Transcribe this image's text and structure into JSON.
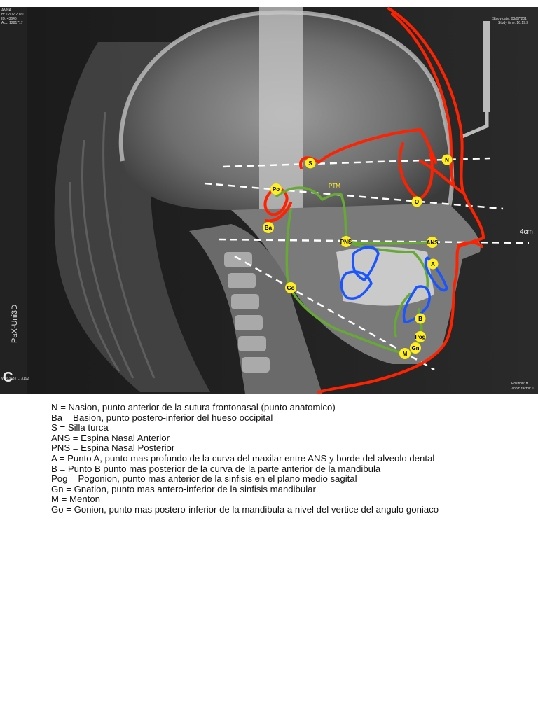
{
  "xray": {
    "side_label": "PaX-Uni3D",
    "corner_logo": "C",
    "header_left": [
      "ANNA",
      "H: 12/02/2020",
      "ID: 43646",
      "Acc: 1281717"
    ],
    "header_right": [
      "Study date: 03/07/201",
      "Study time: 16:19:3"
    ],
    "footer_left": [
      "W: 6363 / L: 3192"
    ],
    "footer_right": [
      "Position: H",
      "Zoom factor: 1"
    ],
    "scale_label": "4cm",
    "colors": {
      "soft_tissue_profile": "#ff2200",
      "skeletal_trace": "#66aa33",
      "teeth_trace": "#1a55ff",
      "reference_lines": "#ffffff",
      "landmark_fill": "#ffee22"
    }
  },
  "landmarks": {
    "S": "S",
    "N": "N",
    "Po": "Po",
    "Ba": "Ba",
    "O": "O",
    "PTM": "PTM",
    "PNS": "PNS",
    "ANS": "ANS",
    "A": "A",
    "Go": "Go",
    "B": "B",
    "Pog": "Pog",
    "Gn": "Gn",
    "M": "M"
  },
  "legend": [
    "N = Nasion, punto anterior de la sutura frontonasal (punto anatomico)",
    "Ba = Basion, punto postero-inferior del hueso occipital",
    "S = Silla turca",
    "ANS = Espina Nasal Anterior",
    "PNS = Espina Nasal Posterior",
    "A = Punto A, punto mas profundo de la curva del maxilar entre ANS y borde del alveolo dental",
    "B = Punto B punto mas posterior de la curva de la parte anterior de la mandibula",
    "Pog = Pogonion, punto mas anterior de la sinfisis en el plano medio sagital",
    "Gn = Gnation, punto mas antero-inferior de la sinfisis mandibular",
    "M = Menton",
    "Go = Gonion, punto mas postero-inferior de la mandibula a nivel del vertice del angulo goniaco"
  ]
}
